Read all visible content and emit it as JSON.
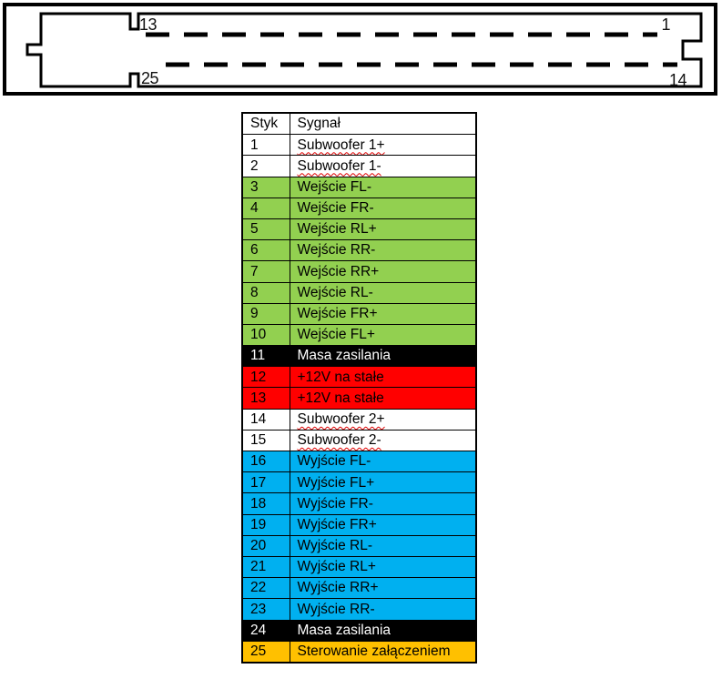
{
  "connector": {
    "labels": {
      "top_left": "13",
      "top_right": "1",
      "bottom_left": "25",
      "bottom_right": "14"
    }
  },
  "table": {
    "header": {
      "pin": "Styk",
      "signal": "Sygnał"
    },
    "rows": [
      {
        "pin": "1",
        "signal": "Subwoofer 1+",
        "color": "white",
        "spellcheck": true
      },
      {
        "pin": "2",
        "signal": "Subwoofer 1-",
        "color": "white",
        "spellcheck": true
      },
      {
        "pin": "3",
        "signal": "Wejście FL-",
        "color": "green"
      },
      {
        "pin": "4",
        "signal": "Wejście FR-",
        "color": "green"
      },
      {
        "pin": "5",
        "signal": "Wejście RL+",
        "color": "green"
      },
      {
        "pin": "6",
        "signal": "Wejście RR-",
        "color": "green"
      },
      {
        "pin": "7",
        "signal": "Wejście RR+",
        "color": "green"
      },
      {
        "pin": "8",
        "signal": "Wejście RL-",
        "color": "green"
      },
      {
        "pin": "9",
        "signal": "Wejście FR+",
        "color": "green"
      },
      {
        "pin": "10",
        "signal": "Wejście FL+",
        "color": "green"
      },
      {
        "pin": "11",
        "signal": "Masa zasilania",
        "color": "black"
      },
      {
        "pin": "12",
        "signal": "+12V na stałe",
        "color": "red"
      },
      {
        "pin": "13",
        "signal": "+12V na stałe",
        "color": "red"
      },
      {
        "pin": "14",
        "signal": "Subwoofer 2+",
        "color": "white",
        "spellcheck": true
      },
      {
        "pin": "15",
        "signal": "Subwoofer 2-",
        "color": "white",
        "spellcheck": true
      },
      {
        "pin": "16",
        "signal": "Wyjście FL-",
        "color": "blue"
      },
      {
        "pin": "17",
        "signal": "Wyjście FL+",
        "color": "blue"
      },
      {
        "pin": "18",
        "signal": "Wyjście FR-",
        "color": "blue"
      },
      {
        "pin": "19",
        "signal": "Wyjście FR+",
        "color": "blue"
      },
      {
        "pin": "20",
        "signal": "Wyjście RL-",
        "color": "blue"
      },
      {
        "pin": "21",
        "signal": "Wyjście RL+",
        "color": "blue"
      },
      {
        "pin": "22",
        "signal": "Wyjście RR+",
        "color": "blue"
      },
      {
        "pin": "23",
        "signal": "Wyjście RR-",
        "color": "blue"
      },
      {
        "pin": "24",
        "signal": "Masa zasilania",
        "color": "black"
      },
      {
        "pin": "25",
        "signal": "Sterowanie załączeniem",
        "color": "orange"
      }
    ]
  },
  "colors": {
    "white": "#FFFFFF",
    "green": "#92D050",
    "black": "#000000",
    "red": "#FF0000",
    "blue": "#00B0F0",
    "orange": "#FFC000",
    "row_text_dark": "#000000",
    "row_text_light": "#FFFFFF",
    "spellcheck_underline": "#E00000",
    "diagram_line": "#000000"
  }
}
